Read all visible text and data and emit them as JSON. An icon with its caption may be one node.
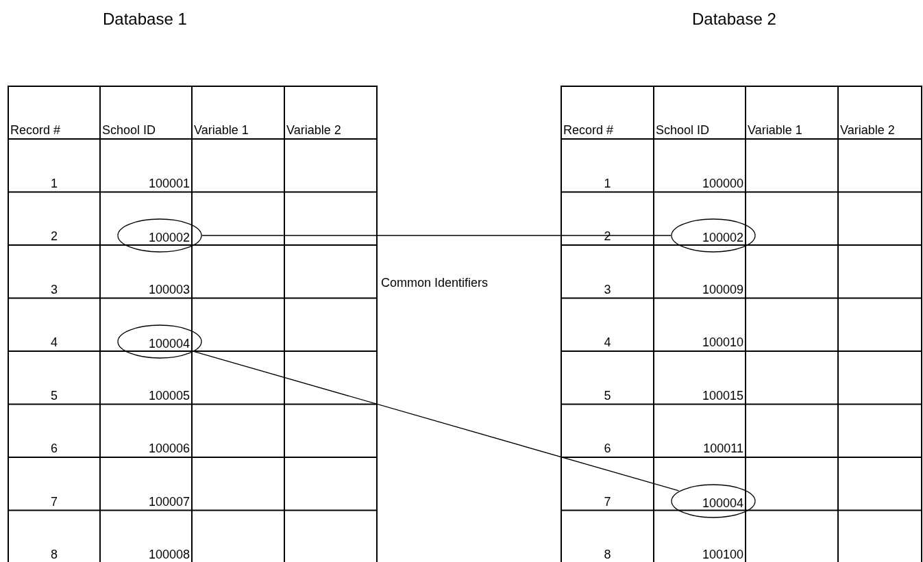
{
  "diagram": {
    "nodes": [
      {
        "text": [
          "100002"
        ]
      },
      {
        "text": [
          "100004"
        ]
      },
      {
        "text": [
          "100002"
        ]
      },
      {
        "text": [
          "100004"
        ]
      }
    ],
    "edges": [
      {
        "from": 0,
        "to": 2,
        "arrow": "none"
      },
      {
        "from": 1,
        "to": 3,
        "arrow": "none"
      }
    ],
    "labels": [
      "Database 1",
      "Database 2",
      "Record #",
      "School ID",
      "Variable 1",
      "Variable 2",
      "1",
      "100001",
      "2",
      "3",
      "100003",
      "4",
      "5",
      "100005",
      "6",
      "100006",
      "7",
      "100007",
      "8",
      "100008",
      "Common Identifiers",
      "Record #",
      "School ID",
      "Variable 1",
      "Variable 2",
      "1",
      "100000",
      "2",
      "3",
      "100009",
      "4",
      "100010",
      "5",
      "100015",
      "6",
      "100011",
      "7",
      "8",
      "100100"
    ]
  }
}
